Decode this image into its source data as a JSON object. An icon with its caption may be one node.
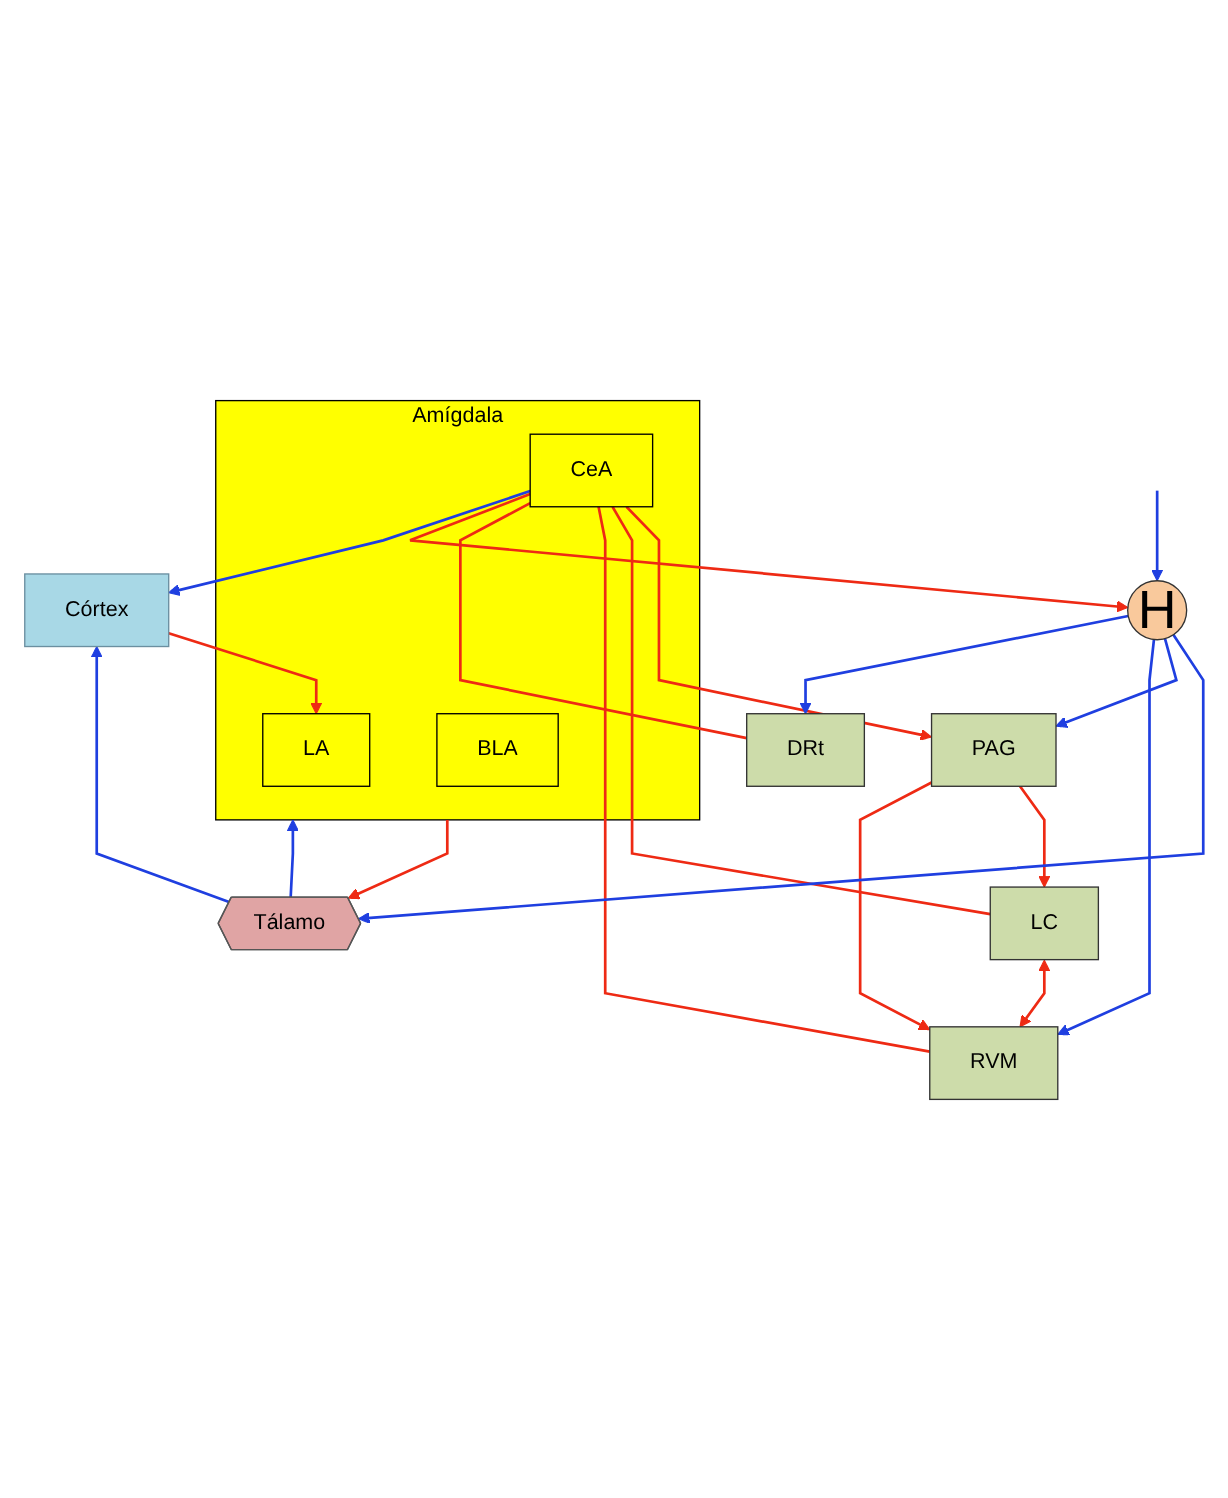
{
  "diagram": {
    "nodes": [
      {
        "text": [
          "Córtex"
        ]
      },
      {
        "text": [
          "Amígdala"
        ]
      },
      {
        "text": [
          "LA"
        ],
        "in": 1
      },
      {
        "text": [
          "BLA"
        ],
        "in": 1
      },
      {
        "text": [
          "CeA"
        ],
        "in": 1
      },
      {
        "text": [
          "Tálamo"
        ]
      },
      {
        "text": [
          "PAG"
        ]
      },
      {
        "text": [
          "LC"
        ]
      },
      {
        "text": [
          "RVM"
        ]
      },
      {
        "text": [
          "DRt"
        ]
      },
      {
        "text": [
          "H"
        ]
      }
    ],
    "edges": [
      {
        "from": 0,
        "to": 2,
        "arrow": "to"
      },
      {
        "from": 4,
        "to": 6,
        "arrow": "to"
      },
      {
        "from": 6,
        "to": 7,
        "arrow": "to"
      },
      {
        "from": 7,
        "to": 8,
        "arrow": "both"
      },
      {
        "from": 6,
        "to": 8,
        "arrow": "to"
      },
      {
        "from": 4,
        "to": 7,
        "arrow": "none"
      },
      {
        "from": 4,
        "to": 8,
        "arrow": "none"
      },
      {
        "from": 4,
        "to": 9,
        "arrow": "none"
      },
      {
        "from": 4,
        "to": 10,
        "arrow": "to"
      },
      {
        "from": 1,
        "to": 5,
        "arrow": "to"
      },
      {
        "from": 4,
        "to": 0,
        "arrow": "to",
        "color": "#1f3fe0"
      },
      {
        "from": 5,
        "to": 0,
        "arrow": "to",
        "color": "#1f3fe0"
      },
      {
        "from": 5,
        "to": 1,
        "arrow": "to",
        "color": "#1f3fe0"
      },
      {
        "from": 10,
        "to": 5,
        "arrow": "to",
        "color": "#1f3fe0"
      },
      {
        "from": 10,
        "to": 6,
        "arrow": "to",
        "color": "#1f3fe0"
      },
      {
        "from": 10,
        "to": 8,
        "arrow": "to",
        "color": "#1f3fe0"
      },
      {
        "from": 10,
        "to": 9,
        "arrow": "to",
        "color": "#1f3fe0"
      },
      {
        "from": null,
        "to": 10,
        "arrow": "to",
        "color": "#1f3fe0"
      }
    ]
  }
}
